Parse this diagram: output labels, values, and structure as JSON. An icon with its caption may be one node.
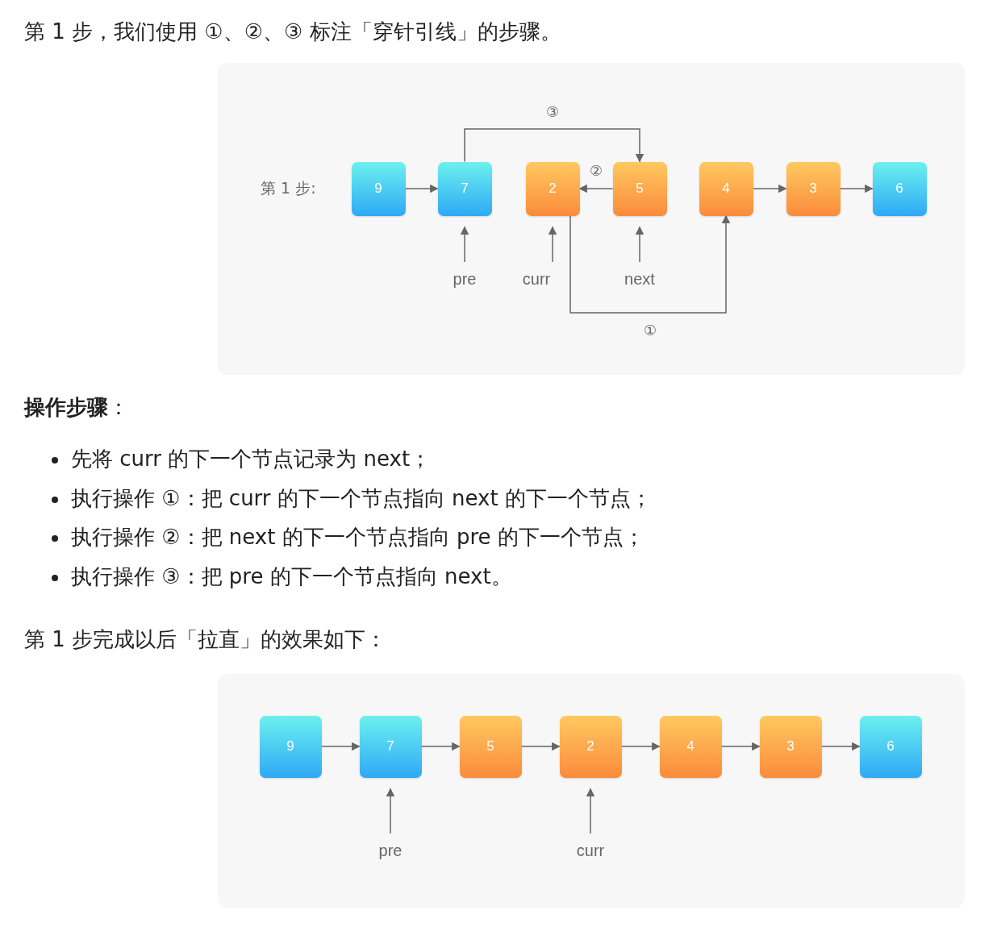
{
  "diagram": {
    "nodes": [
      {
        "text": [
          "9"
        ]
      },
      {
        "text": [
          "7"
        ]
      },
      {
        "text": [
          "2"
        ]
      },
      {
        "text": [
          "5"
        ]
      },
      {
        "text": [
          "4"
        ]
      },
      {
        "text": [
          "3"
        ]
      },
      {
        "text": [
          "6"
        ]
      },
      {
        "text": [
          "pre"
        ]
      },
      {
        "text": [
          "curr"
        ]
      },
      {
        "text": [
          "next"
        ]
      },
      {
        "text": [
          "9"
        ]
      },
      {
        "text": [
          "7"
        ]
      },
      {
        "text": [
          "5"
        ]
      },
      {
        "text": [
          "2"
        ]
      },
      {
        "text": [
          "4"
        ]
      },
      {
        "text": [
          "3"
        ]
      },
      {
        "text": [
          "6"
        ]
      },
      {
        "text": [
          "pre"
        ]
      },
      {
        "text": [
          "curr"
        ]
      }
    ],
    "edges": [
      {
        "from": 0,
        "to": 1,
        "arrow": "to"
      },
      {
        "from": 1,
        "to": 3,
        "arrow": "to",
        "label": "③"
      },
      {
        "from": 3,
        "to": 2,
        "arrow": "to",
        "label": "②"
      },
      {
        "from": 2,
        "to": 4,
        "arrow": "to",
        "label": "①"
      },
      {
        "from": 4,
        "to": 5,
        "arrow": "to"
      },
      {
        "from": 5,
        "to": 6,
        "arrow": "to"
      },
      {
        "from": 7,
        "to": 1,
        "arrow": "to"
      },
      {
        "from": 8,
        "to": 2,
        "arrow": "to"
      },
      {
        "from": 9,
        "to": 3,
        "arrow": "to"
      },
      {
        "from": 10,
        "to": 11,
        "arrow": "to"
      },
      {
        "from": 11,
        "to": 12,
        "arrow": "to"
      },
      {
        "from": 12,
        "to": 13,
        "arrow": "to"
      },
      {
        "from": 13,
        "to": 14,
        "arrow": "to"
      },
      {
        "from": 14,
        "to": 15,
        "arrow": "to"
      },
      {
        "from": 15,
        "to": 16,
        "arrow": "to"
      },
      {
        "from": 17,
        "to": 11,
        "arrow": "to"
      },
      {
        "from": 18,
        "to": 13,
        "arrow": "to"
      }
    ],
    "labels": [
      "第 1 步，我们使用 ①、②、③ 标注「穿针引线」的步骤。",
      "第 1 步:",
      "**操作步骤**：",
      "先将 curr 的下一个节点记录为 next；",
      "执行操作 ①：把 curr 的下一个节点指向 next 的下一个节点；",
      "执行操作 ②：把 next 的下一个节点指向 pre 的下一个节点；",
      "执行操作 ③：把 pre 的下一个节点指向 next。",
      "第 1 步完成以后「拉直」的效果如下："
    ]
  }
}
